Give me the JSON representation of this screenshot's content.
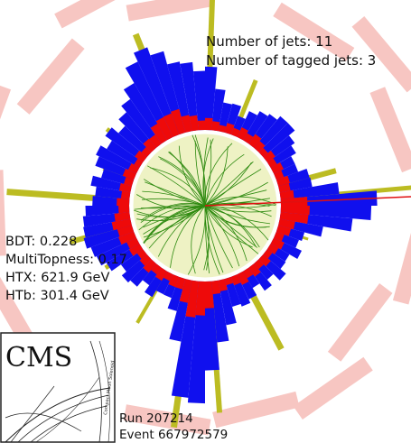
{
  "summary": {
    "n_jets_label": "Number of jets: 11",
    "n_tagged_label": "Number of tagged jets: 3"
  },
  "variables": {
    "bdt": "BDT: 0.228",
    "multitopness": "MultiTopness: 0.17",
    "htx": "HTX: 621.9 GeV",
    "htb": "HTb: 301.4 GeV"
  },
  "event": {
    "run": "Run 207214",
    "event": "Event 667972579"
  },
  "logo": {
    "text": "CMS",
    "subtitle": "Compact Muon Solenoid"
  },
  "colors": {
    "muon_chambers": "#f7c6c2",
    "hcal": "#1010ee",
    "ecal": "#ee0a0a",
    "tracks": "#2e8a10",
    "tracker_fill": "#eef2c4",
    "jets": "#bcbc22",
    "met": "#e01010"
  }
}
